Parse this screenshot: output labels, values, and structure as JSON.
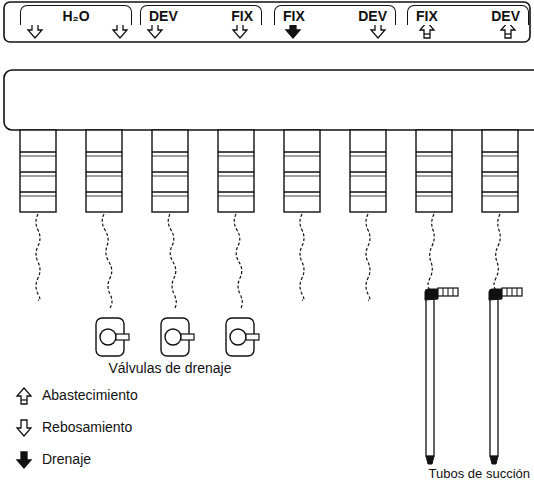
{
  "diagram": {
    "nodes": [
      {
        "text": [
          "H₂O"
        ]
      },
      {
        "text": [
          "DEV",
          "FIX"
        ]
      },
      {
        "text": [
          "FIX",
          "DEV"
        ]
      },
      {
        "text": [
          "FIX",
          "DEV"
        ]
      }
    ],
    "labels": [
      "Válvulas de drenaje",
      "Tubos de succión"
    ],
    "legend": [
      {
        "text": "Abastecimiento"
      },
      {
        "text": "Rebosamiento"
      },
      {
        "text": "Drenaje"
      }
    ]
  }
}
